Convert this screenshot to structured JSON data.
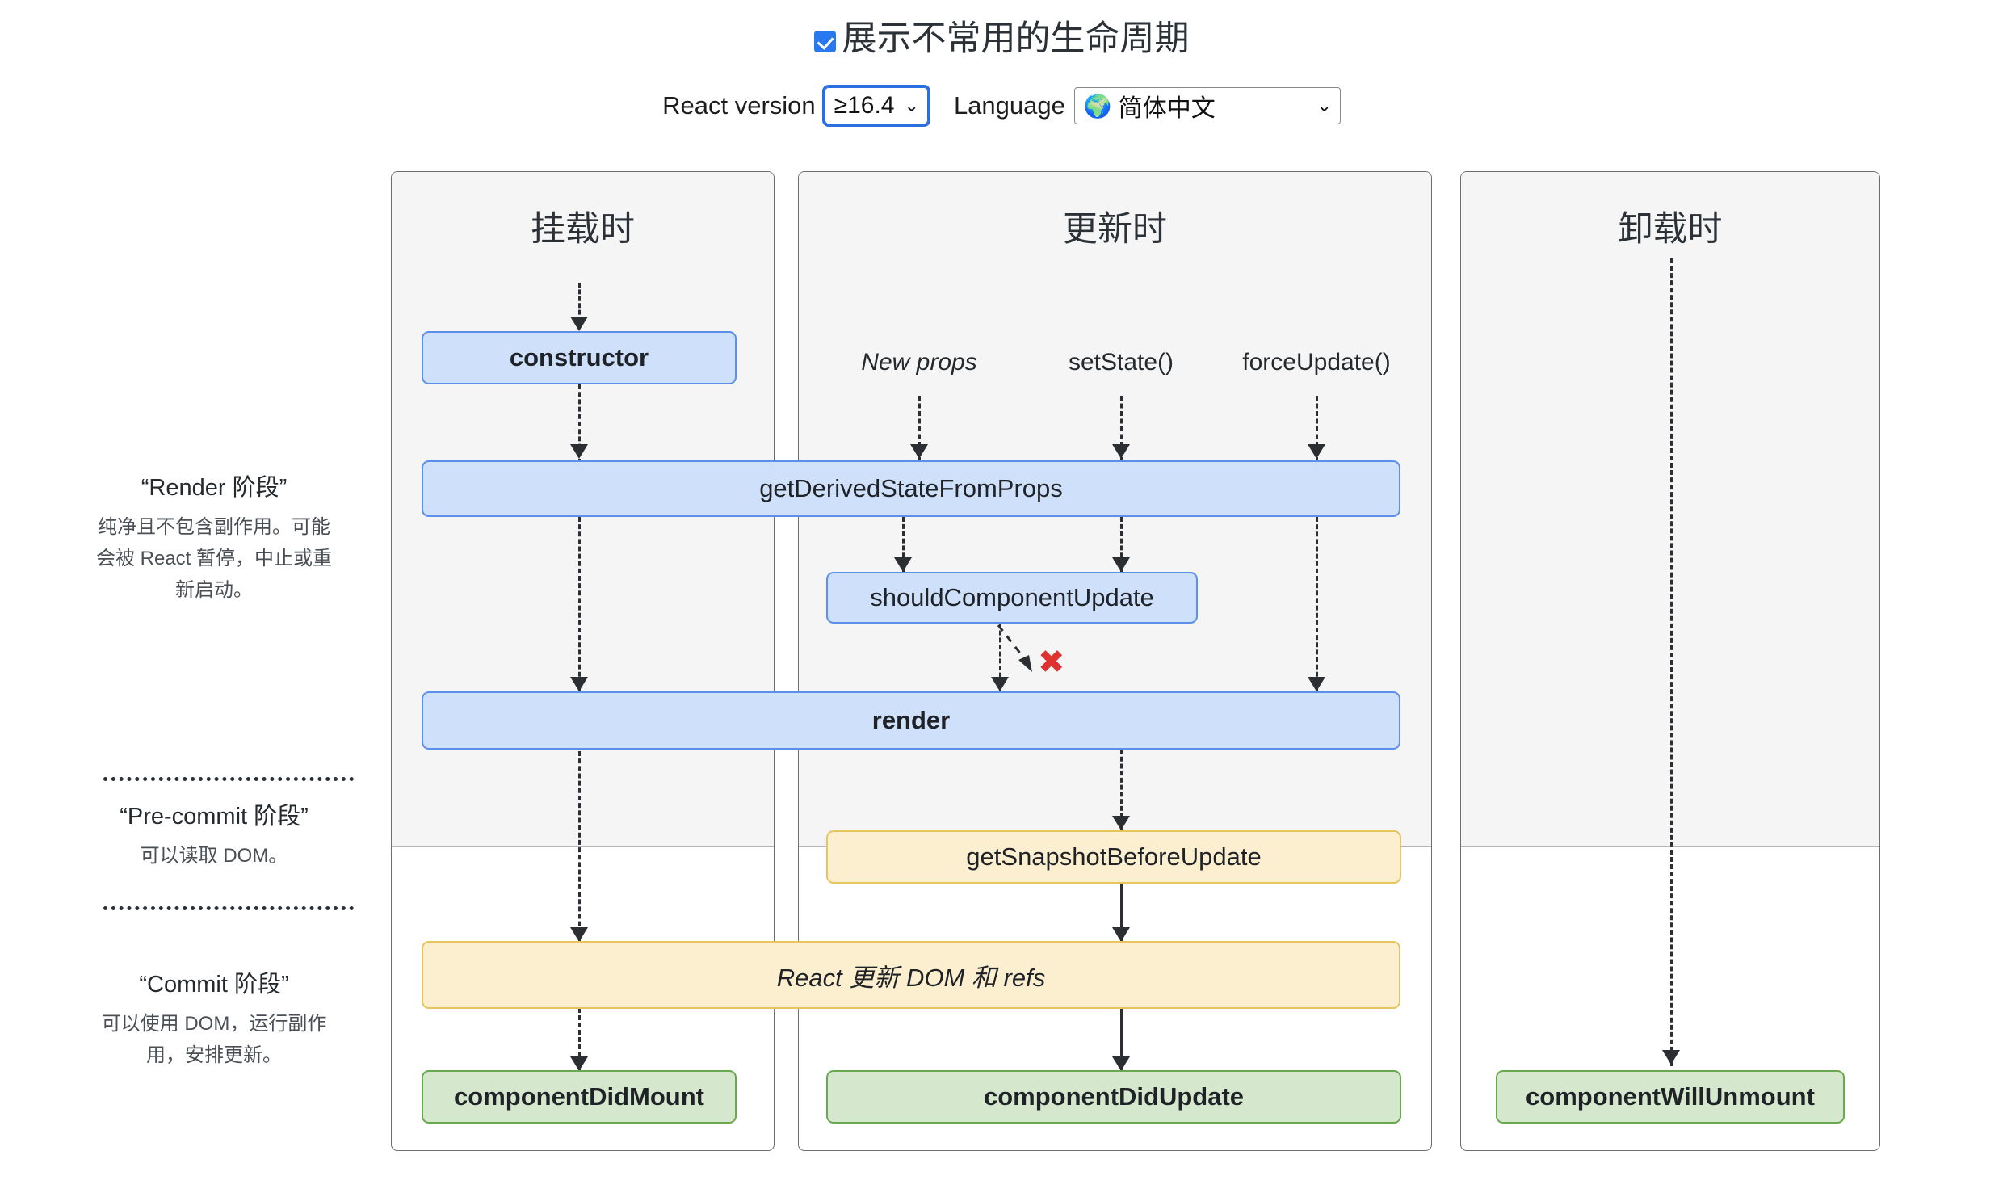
{
  "header": {
    "checkbox_label": "展示不常用的生命周期",
    "checkbox_checked": true,
    "react_version_label": "React version",
    "react_version_value": "≥16.4",
    "language_label": "Language",
    "language_value": "简体中文",
    "globe_icon": "🌍",
    "caret_icon": "⌄"
  },
  "phases": [
    {
      "title": "“Render 阶段”",
      "desc": "纯净且不包含副作用。可能会被 React 暂停，中止或重新启动。"
    },
    {
      "title": "“Pre-commit 阶段”",
      "desc": "可以读取 DOM。"
    },
    {
      "title": "“Commit 阶段”",
      "desc": "可以使用 DOM，运行副作用，安排更新。"
    }
  ],
  "columns": {
    "mount": "挂载时",
    "update": "更新时",
    "unmount": "卸载时"
  },
  "triggers": {
    "new_props": "New props",
    "set_state": "setState()",
    "force_update": "forceUpdate()"
  },
  "nodes": {
    "constructor": "constructor",
    "get_derived_state_from_props": "getDerivedStateFromProps",
    "should_component_update": "shouldComponentUpdate",
    "render": "render",
    "get_snapshot_before_update": "getSnapshotBeforeUpdate",
    "react_updates_dom": "React 更新 DOM 和 refs",
    "component_did_mount": "componentDidMount",
    "component_did_update": "componentDidUpdate",
    "component_will_unmount": "componentWillUnmount"
  },
  "annotations": {
    "skip_update_x": "✖"
  },
  "colors": {
    "blue_fill": "#cfe0fb",
    "blue_border": "#5b8fe8",
    "yellow_fill": "#fcefcf",
    "yellow_border": "#e6c55f",
    "green_fill": "#d5e8cd",
    "green_border": "#69a84f",
    "x_red": "#e03131",
    "checkbox_blue": "#2878f0",
    "panel_grey": "#f5f5f5"
  }
}
